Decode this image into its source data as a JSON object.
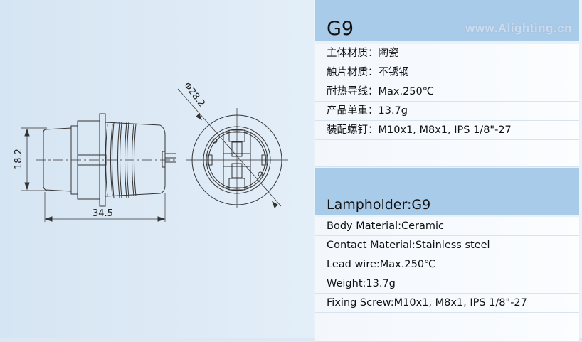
{
  "drawing": {
    "dim_height": "18.2",
    "dim_length": "34.5",
    "dim_diameter": "Φ28.2"
  },
  "watermark": "www.Alighting.cn",
  "cn": {
    "title": "G9",
    "rows": [
      "主体材质：陶瓷",
      "触片材质：不锈钢",
      "耐热导线：Max.250℃",
      "产品单重：13.7g",
      "装配螺钉：M10x1, M8x1, IPS 1/8\"-27"
    ]
  },
  "en": {
    "title": "Lampholder:G9",
    "rows": [
      "Body Material:Ceramic",
      "Contact Material:Stainless steel",
      "Lead wire:Max.250℃",
      "Weight:13.7g",
      "Fixing Screw:M10x1, M8x1,  IPS 1/8\"-27"
    ]
  }
}
